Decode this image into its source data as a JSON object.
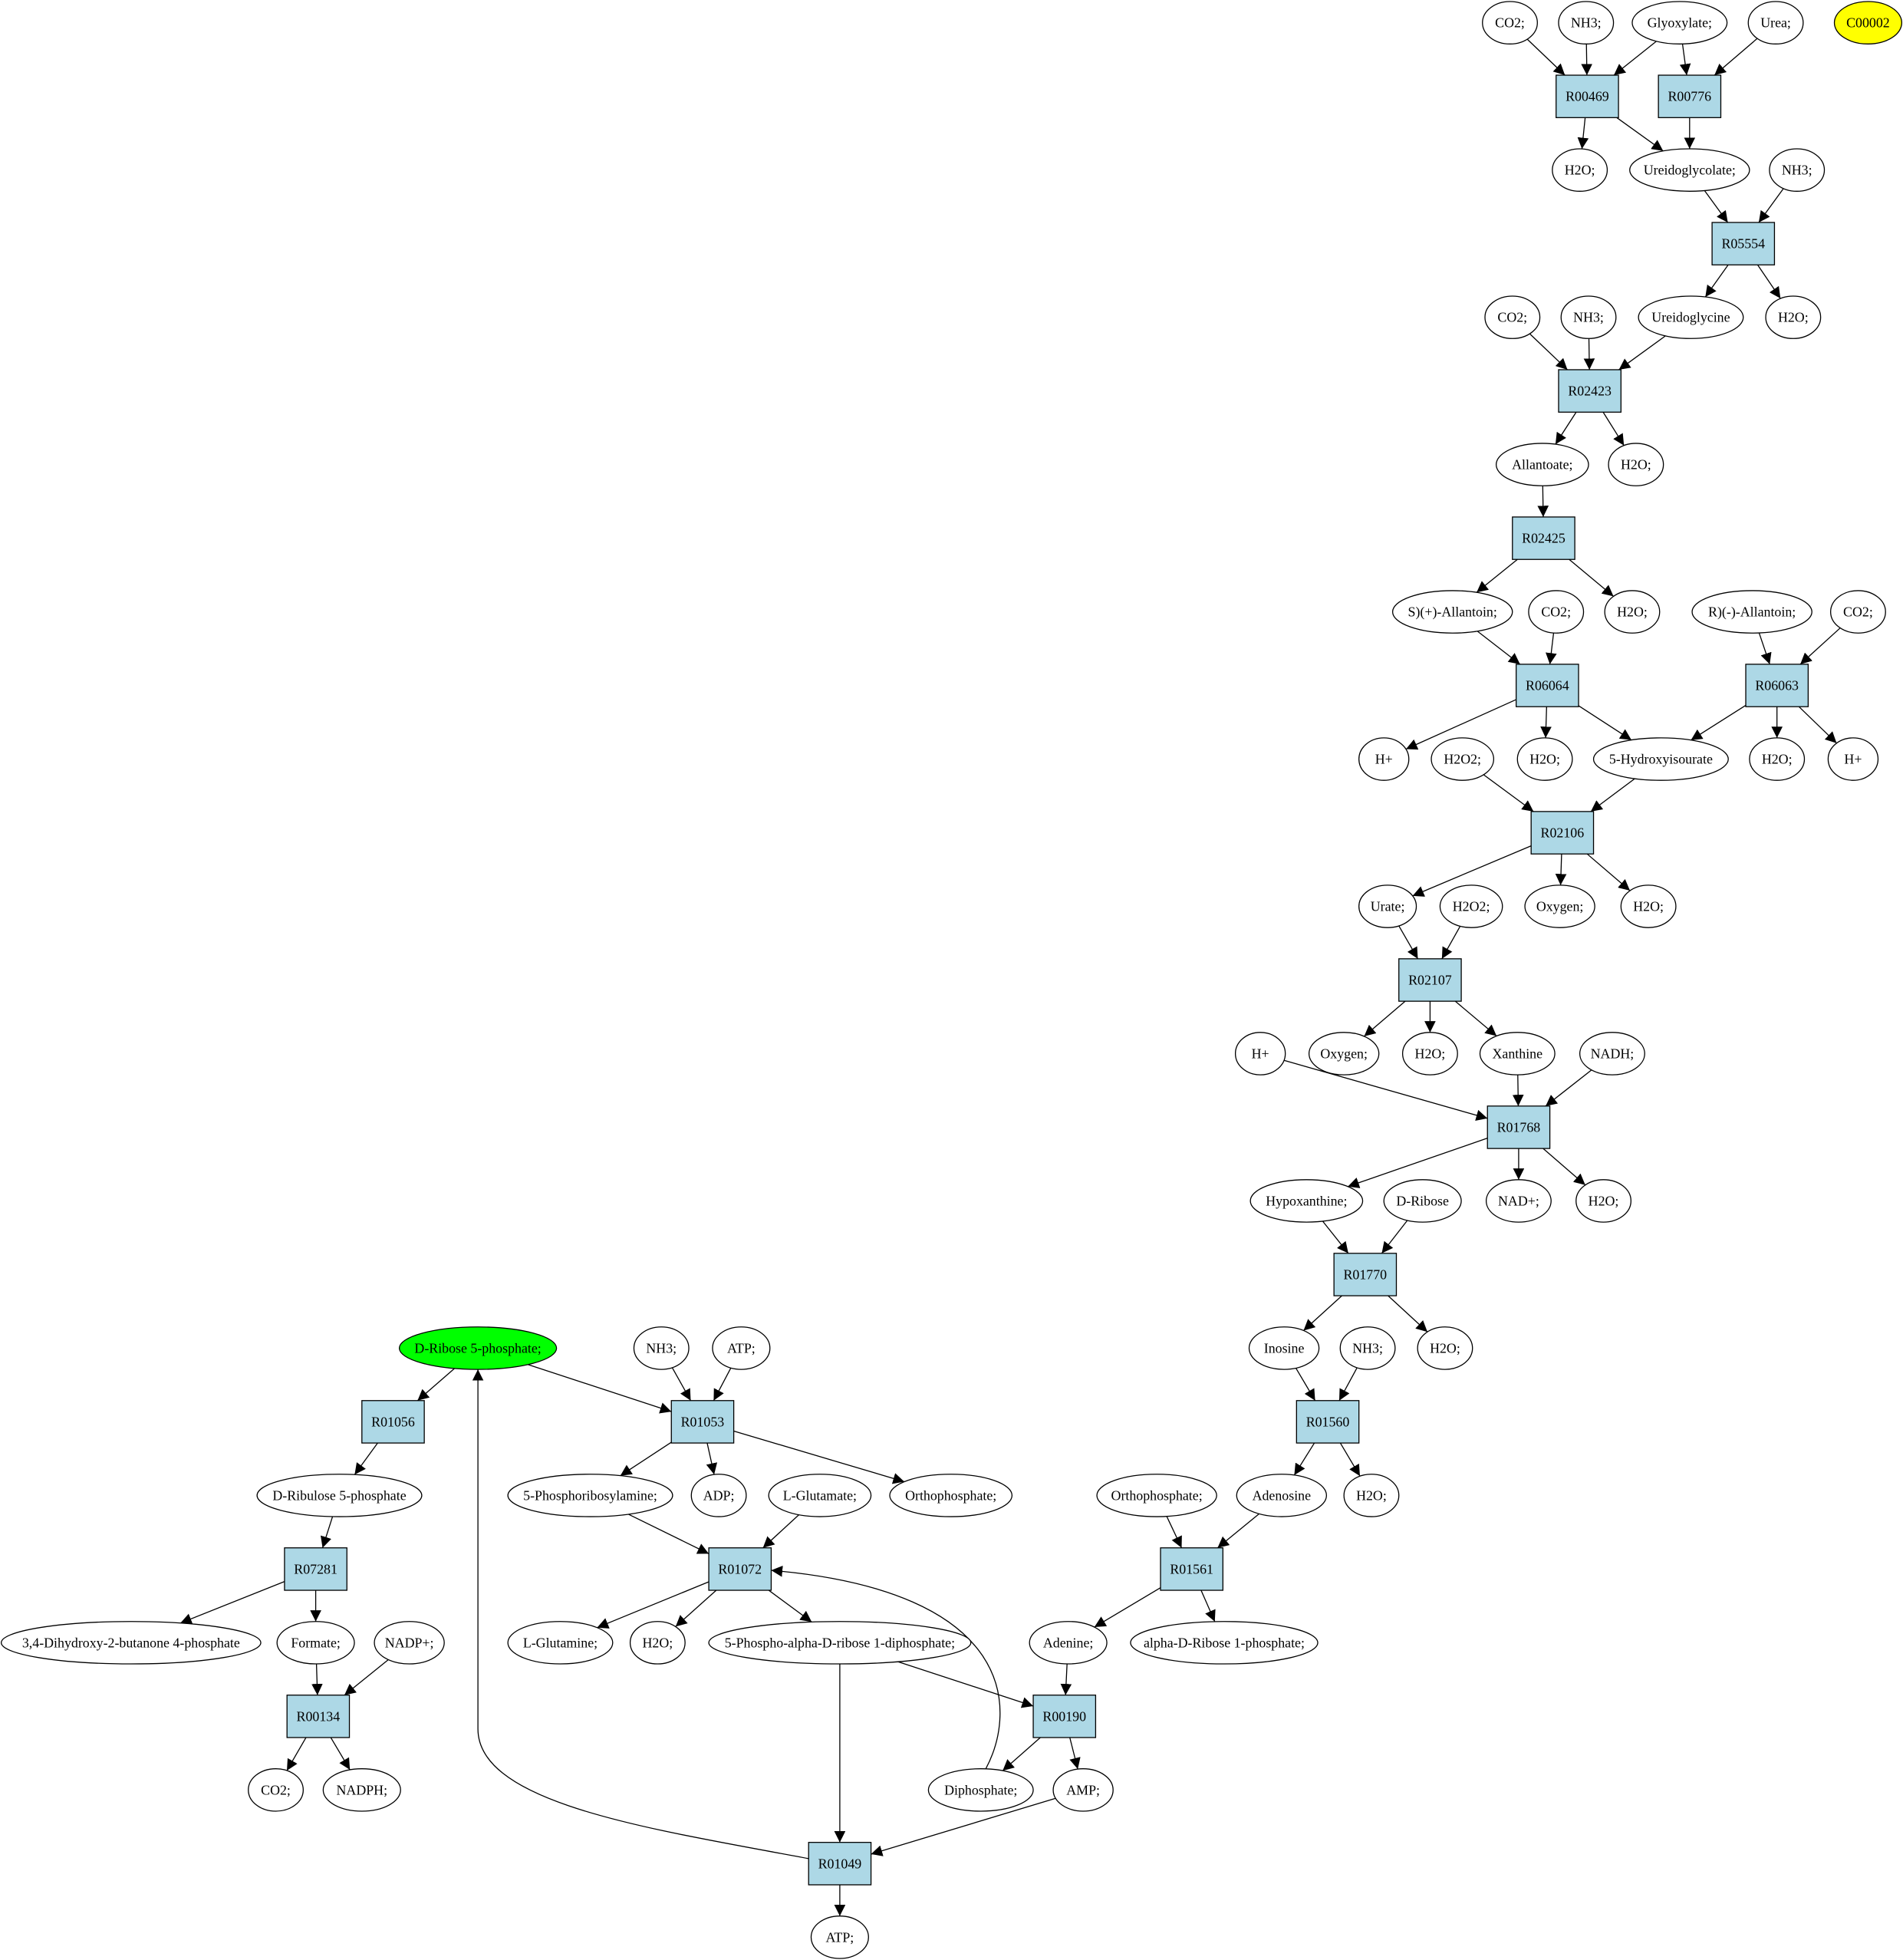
{
  "colors": {
    "reaction": "#add8e6",
    "compound": "#ffffff",
    "highlight_green": "#00ff00",
    "highlight_yellow": "#ffff00",
    "stroke": "#000000"
  },
  "graph": {
    "nodes": [
      {
        "id": "co2a",
        "label": "CO2;",
        "type": "compound"
      },
      {
        "id": "nh3a",
        "label": "NH3;",
        "type": "compound"
      },
      {
        "id": "glyox",
        "label": "Glyoxylate;",
        "type": "compound"
      },
      {
        "id": "urea",
        "label": "Urea;",
        "type": "compound"
      },
      {
        "id": "c00002",
        "label": "C00002",
        "type": "compound",
        "fill": "highlight_yellow"
      },
      {
        "id": "R00469",
        "label": "R00469",
        "type": "reaction"
      },
      {
        "id": "R00776",
        "label": "R00776",
        "type": "reaction"
      },
      {
        "id": "h2oa",
        "label": "H2O;",
        "type": "compound"
      },
      {
        "id": "ureidoglycolate",
        "label": "Ureidoglycolate;",
        "type": "compound"
      },
      {
        "id": "nh3b",
        "label": "NH3;",
        "type": "compound"
      },
      {
        "id": "R05554",
        "label": "R05554",
        "type": "reaction"
      },
      {
        "id": "co2b",
        "label": "CO2;",
        "type": "compound"
      },
      {
        "id": "nh3c",
        "label": "NH3;",
        "type": "compound"
      },
      {
        "id": "ureidoglycine",
        "label": "Ureidoglycine",
        "type": "compound"
      },
      {
        "id": "h2ob",
        "label": "H2O;",
        "type": "compound"
      },
      {
        "id": "R02423",
        "label": "R02423",
        "type": "reaction"
      },
      {
        "id": "allantoate",
        "label": "Allantoate;",
        "type": "compound"
      },
      {
        "id": "h2oc",
        "label": "H2O;",
        "type": "compound"
      },
      {
        "id": "R02425",
        "label": "R02425",
        "type": "reaction"
      },
      {
        "id": "sallantoin",
        "label": "S)(+)-Allantoin;",
        "type": "compound"
      },
      {
        "id": "co2c",
        "label": "CO2;",
        "type": "compound"
      },
      {
        "id": "h2od",
        "label": "H2O;",
        "type": "compound"
      },
      {
        "id": "rallantoin",
        "label": "R)(-)-Allantoin;",
        "type": "compound"
      },
      {
        "id": "co2d",
        "label": "CO2;",
        "type": "compound"
      },
      {
        "id": "R06064",
        "label": "R06064",
        "type": "reaction"
      },
      {
        "id": "R06063",
        "label": "R06063",
        "type": "reaction"
      },
      {
        "id": "hp1",
        "label": "H+",
        "type": "compound"
      },
      {
        "id": "h2o2a",
        "label": "H2O2;",
        "type": "compound"
      },
      {
        "id": "h2oe",
        "label": "H2O;",
        "type": "compound"
      },
      {
        "id": "hiu",
        "label": "5-Hydroxyisourate",
        "type": "compound"
      },
      {
        "id": "h2of",
        "label": "H2O;",
        "type": "compound"
      },
      {
        "id": "hp2",
        "label": "H+",
        "type": "compound"
      },
      {
        "id": "R02106",
        "label": "R02106",
        "type": "reaction"
      },
      {
        "id": "urate",
        "label": "Urate;",
        "type": "compound"
      },
      {
        "id": "h2o2b",
        "label": "H2O2;",
        "type": "compound"
      },
      {
        "id": "oxy1",
        "label": "Oxygen;",
        "type": "compound"
      },
      {
        "id": "h2og",
        "label": "H2O;",
        "type": "compound"
      },
      {
        "id": "R02107",
        "label": "R02107",
        "type": "reaction"
      },
      {
        "id": "hp3",
        "label": "H+",
        "type": "compound"
      },
      {
        "id": "oxy2",
        "label": "Oxygen;",
        "type": "compound"
      },
      {
        "id": "h2oh",
        "label": "H2O;",
        "type": "compound"
      },
      {
        "id": "xanthine",
        "label": "Xanthine",
        "type": "compound"
      },
      {
        "id": "nadh",
        "label": "NADH;",
        "type": "compound"
      },
      {
        "id": "R01768",
        "label": "R01768",
        "type": "reaction"
      },
      {
        "id": "hypox",
        "label": "Hypoxanthine;",
        "type": "compound"
      },
      {
        "id": "dribose",
        "label": "D-Ribose",
        "type": "compound"
      },
      {
        "id": "nad",
        "label": "NAD+;",
        "type": "compound"
      },
      {
        "id": "h2oi",
        "label": "H2O;",
        "type": "compound"
      },
      {
        "id": "R01770",
        "label": "R01770",
        "type": "reaction"
      },
      {
        "id": "inosine",
        "label": "Inosine",
        "type": "compound"
      },
      {
        "id": "nh3d",
        "label": "NH3;",
        "type": "compound"
      },
      {
        "id": "h2oj",
        "label": "H2O;",
        "type": "compound"
      },
      {
        "id": "R01560",
        "label": "R01560",
        "type": "reaction"
      },
      {
        "id": "ortho1",
        "label": "Orthophosphate;",
        "type": "compound"
      },
      {
        "id": "adenosine",
        "label": "Adenosine",
        "type": "compound"
      },
      {
        "id": "h2ok",
        "label": "H2O;",
        "type": "compound"
      },
      {
        "id": "R01561",
        "label": "R01561",
        "type": "reaction"
      },
      {
        "id": "adenine",
        "label": "Adenine;",
        "type": "compound"
      },
      {
        "id": "adr1p",
        "label": "alpha-D-Ribose 1-phosphate;",
        "type": "compound"
      },
      {
        "id": "R00190",
        "label": "R00190",
        "type": "reaction"
      },
      {
        "id": "diphosphate",
        "label": "Diphosphate;",
        "type": "compound"
      },
      {
        "id": "amp",
        "label": "AMP;",
        "type": "compound"
      },
      {
        "id": "R01049",
        "label": "R01049",
        "type": "reaction"
      },
      {
        "id": "atp2",
        "label": "ATP;",
        "type": "compound"
      },
      {
        "id": "dr5p",
        "label": "D-Ribose 5-phosphate;",
        "type": "compound",
        "fill": "highlight_green"
      },
      {
        "id": "nh3e",
        "label": "NH3;",
        "type": "compound"
      },
      {
        "id": "atp1",
        "label": "ATP;",
        "type": "compound"
      },
      {
        "id": "R01056",
        "label": "R01056",
        "type": "reaction"
      },
      {
        "id": "R01053",
        "label": "R01053",
        "type": "reaction"
      },
      {
        "id": "dru5p",
        "label": "D-Ribulose 5-phosphate",
        "type": "compound"
      },
      {
        "id": "pra",
        "label": "5-Phosphoribosylamine;",
        "type": "compound"
      },
      {
        "id": "adp",
        "label": "ADP;",
        "type": "compound"
      },
      {
        "id": "lglu",
        "label": "L-Glutamate;",
        "type": "compound"
      },
      {
        "id": "ortho2",
        "label": "Orthophosphate;",
        "type": "compound"
      },
      {
        "id": "R07281",
        "label": "R07281",
        "type": "reaction"
      },
      {
        "id": "R01072",
        "label": "R01072",
        "type": "reaction"
      },
      {
        "id": "dhbp",
        "label": "3,4-Dihydroxy-2-butanone 4-phosphate",
        "type": "compound"
      },
      {
        "id": "formate",
        "label": "Formate;",
        "type": "compound"
      },
      {
        "id": "nadp",
        "label": "NADP+;",
        "type": "compound"
      },
      {
        "id": "lgln",
        "label": "L-Glutamine;",
        "type": "compound"
      },
      {
        "id": "h2ol",
        "label": "H2O;",
        "type": "compound"
      },
      {
        "id": "prpp",
        "label": "5-Phospho-alpha-D-ribose 1-diphosphate;",
        "type": "compound"
      },
      {
        "id": "R00134",
        "label": "R00134",
        "type": "reaction"
      },
      {
        "id": "co2e",
        "label": "CO2;",
        "type": "compound"
      },
      {
        "id": "nadph",
        "label": "NADPH;",
        "type": "compound"
      }
    ],
    "edges": [
      [
        "co2a",
        "R00469"
      ],
      [
        "nh3a",
        "R00469"
      ],
      [
        "glyox",
        "R00469"
      ],
      [
        "glyox",
        "R00776"
      ],
      [
        "urea",
        "R00776"
      ],
      [
        "R00469",
        "h2oa"
      ],
      [
        "R00469",
        "ureidoglycolate"
      ],
      [
        "R00776",
        "ureidoglycolate"
      ],
      [
        "ureidoglycolate",
        "R05554"
      ],
      [
        "nh3b",
        "R05554"
      ],
      [
        "R05554",
        "ureidoglycine"
      ],
      [
        "R05554",
        "h2ob"
      ],
      [
        "co2b",
        "R02423"
      ],
      [
        "nh3c",
        "R02423"
      ],
      [
        "ureidoglycine",
        "R02423"
      ],
      [
        "R02423",
        "allantoate"
      ],
      [
        "R02423",
        "h2oc"
      ],
      [
        "allantoate",
        "R02425"
      ],
      [
        "R02425",
        "sallantoin"
      ],
      [
        "R02425",
        "h2od"
      ],
      [
        "sallantoin",
        "R06064"
      ],
      [
        "co2c",
        "R06064"
      ],
      [
        "rallantoin",
        "R06063"
      ],
      [
        "co2d",
        "R06063"
      ],
      [
        "R06064",
        "hp1"
      ],
      [
        "R06064",
        "h2oe"
      ],
      [
        "R06064",
        "hiu"
      ],
      [
        "R06063",
        "hiu"
      ],
      [
        "R06063",
        "h2of"
      ],
      [
        "R06063",
        "hp2"
      ],
      [
        "h2o2a",
        "R02106"
      ],
      [
        "hiu",
        "R02106"
      ],
      [
        "R02106",
        "urate"
      ],
      [
        "R02106",
        "oxy1"
      ],
      [
        "R02106",
        "h2og"
      ],
      [
        "urate",
        "R02107"
      ],
      [
        "h2o2b",
        "R02107"
      ],
      [
        "R02107",
        "oxy2"
      ],
      [
        "R02107",
        "h2oh"
      ],
      [
        "R02107",
        "xanthine"
      ],
      [
        "hp3",
        "R01768"
      ],
      [
        "xanthine",
        "R01768"
      ],
      [
        "nadh",
        "R01768"
      ],
      [
        "R01768",
        "hypox"
      ],
      [
        "R01768",
        "nad"
      ],
      [
        "R01768",
        "h2oi"
      ],
      [
        "hypox",
        "R01770"
      ],
      [
        "dribose",
        "R01770"
      ],
      [
        "R01770",
        "inosine"
      ],
      [
        "R01770",
        "h2oj"
      ],
      [
        "inosine",
        "R01560"
      ],
      [
        "nh3d",
        "R01560"
      ],
      [
        "R01560",
        "adenosine"
      ],
      [
        "R01560",
        "h2ok"
      ],
      [
        "ortho1",
        "R01561"
      ],
      [
        "adenosine",
        "R01561"
      ],
      [
        "R01561",
        "adenine"
      ],
      [
        "R01561",
        "adr1p"
      ],
      [
        "adenine",
        "R00190"
      ],
      [
        "prpp",
        "R00190"
      ],
      [
        "R00190",
        "diphosphate"
      ],
      [
        "R00190",
        "amp"
      ],
      [
        "prpp",
        "R01049"
      ],
      [
        "amp",
        "R01049"
      ],
      [
        "R01049",
        "atp2"
      ],
      [
        "R01049",
        "dr5p"
      ],
      [
        "diphosphate",
        "R01072"
      ],
      [
        "dr5p",
        "R01056"
      ],
      [
        "dr5p",
        "R01053"
      ],
      [
        "nh3e",
        "R01053"
      ],
      [
        "atp1",
        "R01053"
      ],
      [
        "R01053",
        "pra"
      ],
      [
        "R01053",
        "adp"
      ],
      [
        "R01053",
        "ortho2"
      ],
      [
        "R01056",
        "dru5p"
      ],
      [
        "pra",
        "R01072"
      ],
      [
        "lglu",
        "R01072"
      ],
      [
        "R01072",
        "lgln"
      ],
      [
        "R01072",
        "h2ol"
      ],
      [
        "R01072",
        "prpp"
      ],
      [
        "dru5p",
        "R07281"
      ],
      [
        "R07281",
        "dhbp"
      ],
      [
        "R07281",
        "formate"
      ],
      [
        "formate",
        "R00134"
      ],
      [
        "nadp",
        "R00134"
      ],
      [
        "R00134",
        "co2e"
      ],
      [
        "R00134",
        "nadph"
      ]
    ]
  }
}
